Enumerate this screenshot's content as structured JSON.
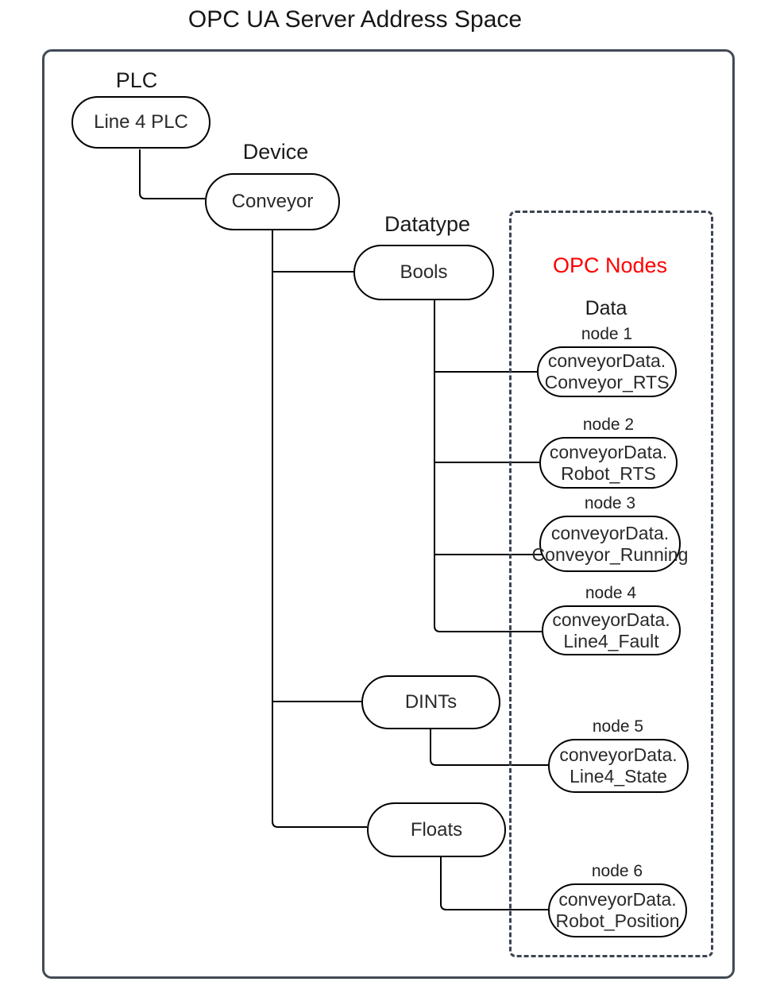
{
  "title": "OPC UA Server Address Space",
  "colors": {
    "outer_border": "#424a55",
    "dashed_border": "#3c4450",
    "connector": "#000000",
    "opc_nodes_accent": "#ff0000"
  },
  "headers": {
    "plc": "PLC",
    "device": "Device",
    "datatype": "Datatype",
    "opc_nodes": "OPC Nodes",
    "data": "Data"
  },
  "tree": {
    "plc_node": "Line 4 PLC",
    "device_node": "Conveyor",
    "datatype_nodes": [
      "Bools",
      "DINTs",
      "Floats"
    ]
  },
  "nodes": [
    {
      "caption": "node 1",
      "line1": "conveyorData.",
      "line2": "Conveyor_RTS"
    },
    {
      "caption": "node 2",
      "line1": "conveyorData.",
      "line2": "Robot_RTS"
    },
    {
      "caption": "node 3",
      "line1": "conveyorData.",
      "line2": "Conveyor_Running"
    },
    {
      "caption": "node 4",
      "line1": "conveyorData.",
      "line2": "Line4_Fault"
    },
    {
      "caption": "node 5",
      "line1": "conveyorData.",
      "line2": "Line4_State"
    },
    {
      "caption": "node 6",
      "line1": "conveyorData.",
      "line2": "Robot_Position"
    }
  ]
}
